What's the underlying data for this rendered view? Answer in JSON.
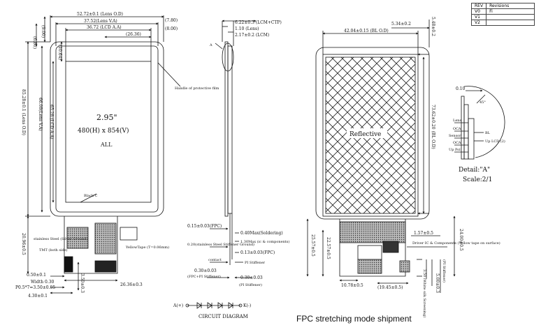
{
  "revision_table": {
    "header": [
      "REV",
      "Revisions"
    ],
    "rows": [
      [
        "V0",
        "Fi"
      ],
      [
        "V1",
        ""
      ],
      [
        "V2",
        ""
      ]
    ]
  },
  "front_view": {
    "dim_overall_width": "52.72±0.1 (Lens O.D)",
    "dim_lens_va": "37.52(Lens V.A)",
    "dim_lcd_aa": "36.72  (LCD A.A)",
    "dim_7_80": "(7.80)",
    "dim_8_00": "(8.00)",
    "dim_26_36_top": "(26.36)",
    "dim_6_80": "(6.80)",
    "dim_9_00": "(9.00)",
    "dim_10_64": "(10.64)",
    "dim_height_lens": "85.28±0.1 (Lens O.D)",
    "dim_height_va": "66.08(Lens V.A)",
    "dim_height_aa": "65.28 (LCD A.A)",
    "dim_fpc_total": "20.96±0.5",
    "diagonal": "2.95\"",
    "resolution": "480(H) x 854(V)",
    "all": "ALL",
    "black_c": "Black C",
    "handle_note": "Handle of protective film",
    "stainless_note": "stainless Steel (Silver Ground)",
    "yellow_tape": "YellowTape (T=0.06mm)",
    "tmt_note": "TMT (both side)",
    "dim_0_50": "0.50±0.1",
    "dim_width": "Width 0.30",
    "dim_pitch": "P0.5*7=3.50±0.05",
    "dim_4_30": "4.30±0.1",
    "dim_3_50": "3.50±0.3",
    "dim_26_36_bottom": "26.36±0.3"
  },
  "side_view": {
    "dim_6_22": "6.22±0.3 (LCM+CTP)",
    "dim_1_10": "1.10 (Lens)",
    "dim_2_17": "2.17±0.2 (LCM)",
    "label_a": "A",
    "dim_fpc_thk": "0.15±0.03(FPC)",
    "dim_soldering": "0.40Max(Soldering)",
    "dim_components": "1.30Max (ic & components)",
    "dim_stiffener": "0.20(stainless Steel Stiffener Ground)",
    "dim_fpc2": "0.13±0.03(FPC)",
    "contact": "contact",
    "pi_stiffener": "PI Stiffener",
    "dim_fpc_pi": "0.30±0.03",
    "dim_fpc_pi_label": "(FPC+PI Stiffener)",
    "dim_pi": "0.30±0.03",
    "dim_pi_label": "(PI Stiffener)"
  },
  "back_view": {
    "dim_5_34": "5.34±0.2",
    "dim_5_48": "5.48±0.2",
    "dim_42_04": "42.04±0.15 (BL O.D)",
    "reflective": "Reflective",
    "dim_73_62": "73.62±0.20 (BL O.D)",
    "dim_1_57": "1.57±0.5",
    "driver_note": "Driver IC & Components (Yellow tape on surface)",
    "dim_24_00": "24.00±0.5",
    "dim_22_57": "22.57±0.5",
    "dim_25_57": "25.57±0.5",
    "dim_10_78": "10.78±0.5",
    "dim_19_45": "(19.45±0.5)",
    "dim_pi_stiff": "(PI Stiffener)",
    "dim_3_50_white": "3.50 (White silk Screening)",
    "dim_5_00": "5.00±0.3"
  },
  "detail": {
    "dim_0_10": "0.10",
    "angle": "45°",
    "labels": [
      "Lens",
      "OCA",
      "Sensor",
      "OCA",
      "Up Pol"
    ],
    "right_labels": [
      "BL",
      "Up LCD (2)"
    ],
    "title": "Detail:\"A\"",
    "scale": "Scale:2/1"
  },
  "circuit": {
    "anode": "A(+)",
    "cathode": "K(-)",
    "title": "CIRCUIT DIAGRAM"
  },
  "caption": "FPC stretching mode shipment"
}
